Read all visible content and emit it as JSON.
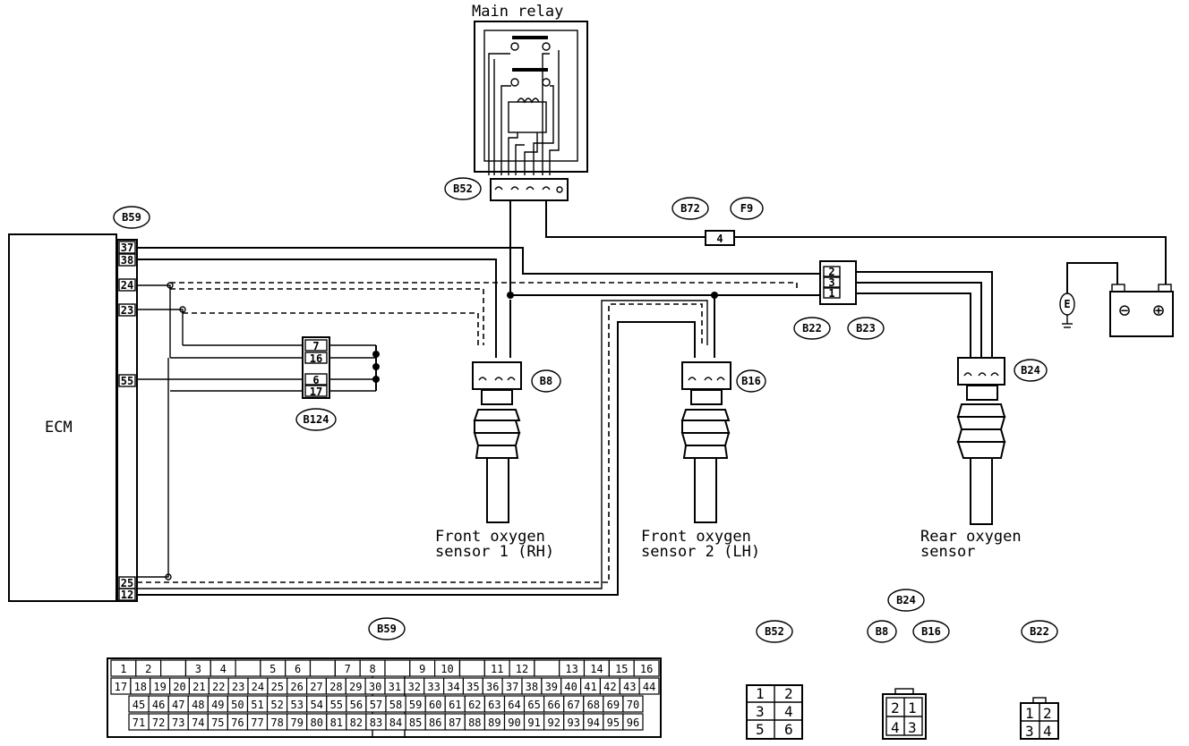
{
  "title_relay": "Main relay",
  "ecm_label": "ECM",
  "sensors": {
    "front_rh": [
      "Front oxygen",
      "sensor 1 (RH)"
    ],
    "front_lh": [
      "Front oxygen",
      "sensor 2 (LH)"
    ],
    "rear": [
      "Rear oxygen",
      "sensor"
    ]
  },
  "connectors": {
    "B59": "B59",
    "B52": "B52",
    "B72": "B72",
    "F9": "F9",
    "B22": "B22",
    "B23": "B23",
    "B24": "B24",
    "B8": "B8",
    "B16": "B16",
    "B124": "B124"
  },
  "fuse_label": "4",
  "ground_label": "E",
  "battery": {
    "minus": "⊖",
    "plus": "⊕"
  },
  "b59_pins": [
    "37",
    "38",
    "24",
    "23",
    "55",
    "25",
    "12"
  ],
  "b124_pins": [
    "7",
    "16",
    "6",
    "17"
  ],
  "b22_pins": [
    "2",
    "3",
    "1"
  ],
  "bottom_labels": {
    "b59": "B59",
    "b52": "B52",
    "b24": "B24",
    "b8": "B8",
    "b16": "B16",
    "b22": "B22"
  },
  "b59_face": {
    "row1": [
      "1",
      "2",
      "",
      "3",
      "4",
      "",
      "5",
      "6",
      "",
      "7",
      "8",
      "",
      "9",
      "10",
      "",
      "11",
      "12",
      "",
      "13",
      "14",
      "15",
      "16"
    ],
    "row2": [
      "17",
      "18",
      "19",
      "20",
      "21",
      "22",
      "23",
      "24",
      "25",
      "26",
      "27",
      "28",
      "29",
      "30",
      "31",
      "32",
      "33",
      "34",
      "35",
      "36",
      "37",
      "38",
      "39",
      "40",
      "41",
      "42",
      "43",
      "44"
    ],
    "row3": [
      "45",
      "46",
      "47",
      "48",
      "49",
      "50",
      "51",
      "52",
      "53",
      "54",
      "55",
      "56",
      "57",
      "58",
      "59",
      "60",
      "61",
      "62",
      "63",
      "64",
      "65",
      "66",
      "67",
      "68",
      "69",
      "70"
    ],
    "row4": [
      "71",
      "72",
      "73",
      "74",
      "75",
      "76",
      "77",
      "78",
      "79",
      "80",
      "81",
      "82",
      "83",
      "84",
      "85",
      "86",
      "87",
      "88",
      "89",
      "90",
      "91",
      "92",
      "93",
      "94",
      "95",
      "96"
    ]
  },
  "b52_face": [
    "1",
    "2",
    "3",
    "4",
    "5",
    "6"
  ],
  "b24_face": [
    "2",
    "1",
    "4",
    "3"
  ],
  "b22_face": [
    "1",
    "2",
    "3",
    "4"
  ]
}
